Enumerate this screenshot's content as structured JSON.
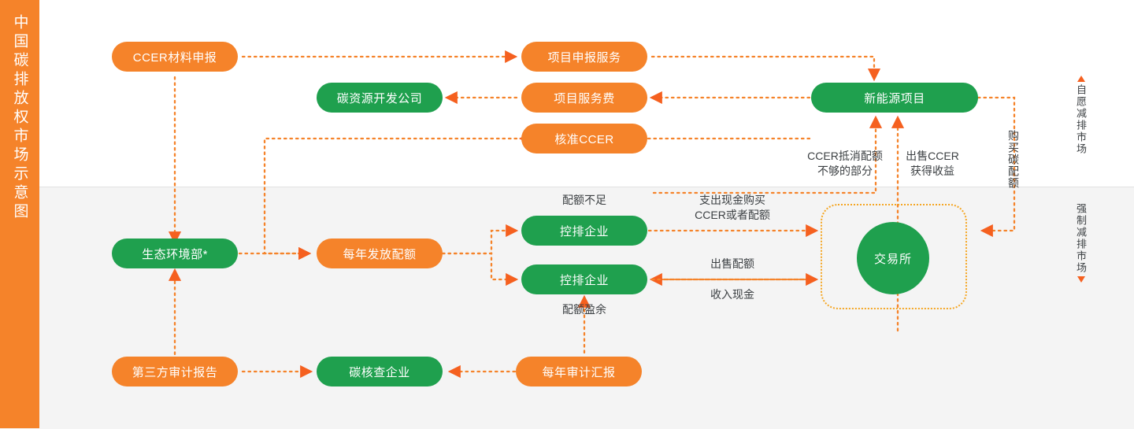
{
  "title_vertical": "中国碳排放权市场示意图",
  "colors": {
    "orange": "#F5832A",
    "green": "#1FA04E",
    "arrow": "#F5601F",
    "dotted_amber": "#F5A623",
    "band_bottom": "#f4f4f4",
    "text": "#3c4043"
  },
  "nodes": {
    "ccer_material": "CCER材料申报",
    "project_application_service": "项目申报服务",
    "carbon_resource_company": "碳资源开发公司",
    "project_service_fee": "项目服务费",
    "approved_ccer": "核准CCER",
    "new_energy_project": "新能源项目",
    "ministry_ecology": "生态环境部*",
    "annual_quota_issue": "每年发放配额",
    "controlled_enterprise_1": "控排企业",
    "controlled_enterprise_2": "控排企业",
    "exchange": "交易所",
    "third_party_audit_report": "第三方审计报告",
    "carbon_verification_company": "碳核查企业",
    "annual_audit_report": "每年审计汇报"
  },
  "edge_labels": {
    "ccer_offset_shortfall": "CCER抵消配额\n不够的部分",
    "sell_ccer_income": "出售CCER\n获得收益",
    "buy_carbon_quota": "购买碳配额",
    "quota_shortage": "配额不足",
    "quota_surplus": "配额盈余",
    "pay_cash_buy": "支出现金购买\nCCER或者配额",
    "sell_quota": "出售配额",
    "receive_cash": "收入现金"
  },
  "legend": {
    "voluntary_market": "自愿减排市场",
    "mandatory_market": "强制减排市场"
  }
}
